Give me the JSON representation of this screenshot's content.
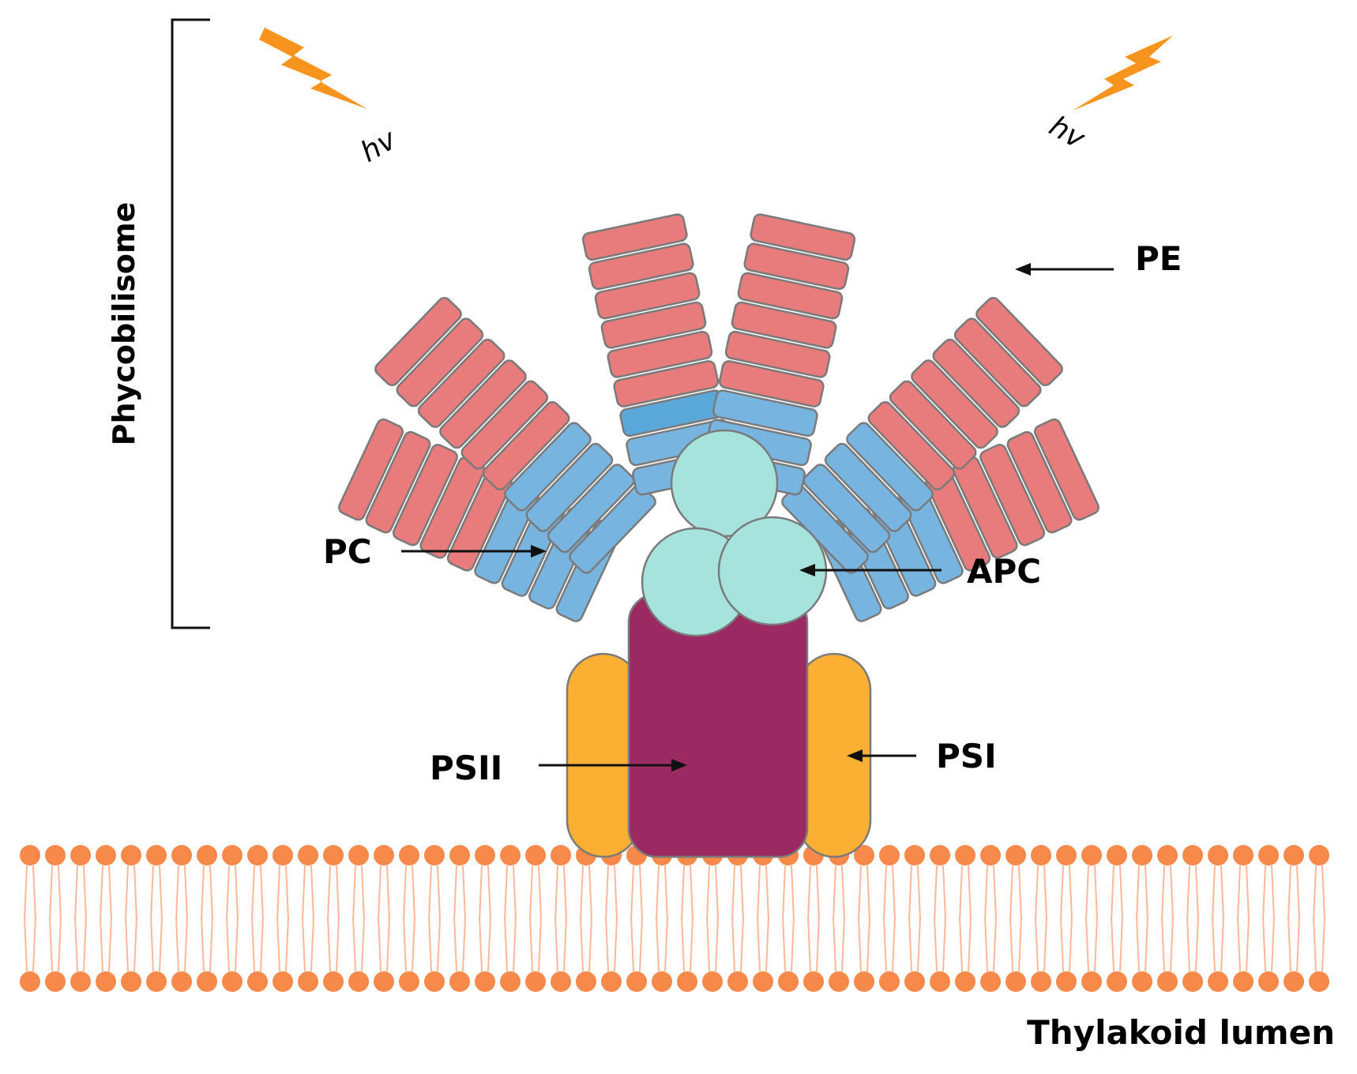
{
  "labels": {
    "phycobilisome": "Phycobilisome",
    "light_left": "hv",
    "light_right": "hv",
    "pe": "PE",
    "pc": "PC",
    "apc": "APC",
    "psii": "PSII",
    "psi": "PSI",
    "lumen": "Thylakoid lumen"
  },
  "colors": {
    "pe": "#e87b7b",
    "pc": "#78b4e0",
    "pc_dark": "#5aa7da",
    "apc": "#a6e3dc",
    "psii": "#9c2a62",
    "psi": "#fbb033",
    "membrane": "#f7894b",
    "membrane_tail": "#fab89a",
    "outline": "#7a7a7a",
    "lightning": "#f7941d"
  },
  "icons": {
    "light_left": "lightning-bolt-icon",
    "light_right": "lightning-bolt-icon"
  }
}
